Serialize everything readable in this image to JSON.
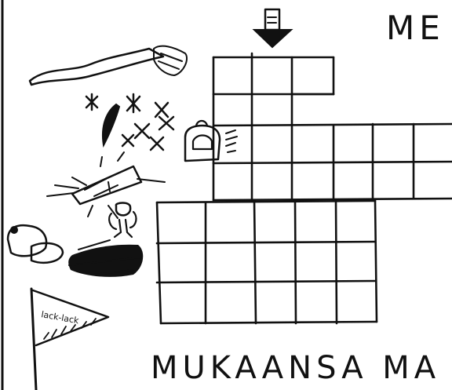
{
  "heading_top": "ME",
  "heading_bottom": "MUKAANSA MA",
  "pennant_text": "lack-lack"
}
